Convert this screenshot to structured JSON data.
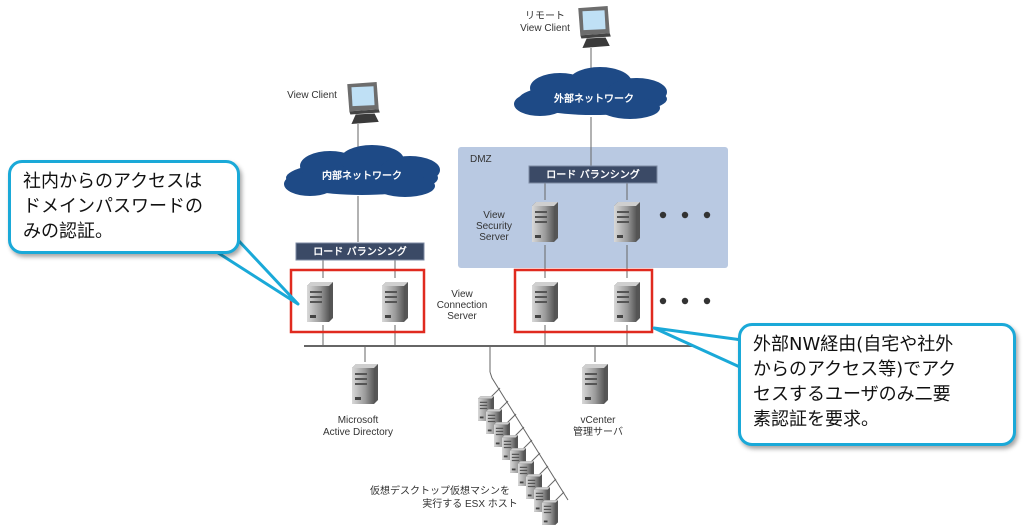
{
  "colors": {
    "cloud": "#1e4a86",
    "load_balancer": "#3b4a66",
    "dmz_zone": "#b9c9e2",
    "highlight": "#e02a1f",
    "callout_border": "#1aa9d8"
  },
  "labels": {
    "remote_client": [
      "リモート",
      "View Client"
    ],
    "view_client": "View Client",
    "external_network": "外部ネットワーク",
    "internal_network": "内部ネットワーク",
    "dmz": "DMZ",
    "load_balancer_dmz": "ロード バランシング",
    "load_balancer_internal": "ロード バランシング",
    "security_server": [
      "View",
      "Security",
      "Server"
    ],
    "connection_server": [
      "View",
      "Connection",
      "Server"
    ],
    "active_directory": [
      "Microsoft",
      "Active Directory"
    ],
    "vcenter": [
      "vCenter",
      "管理サーバ"
    ],
    "esx_hosts": [
      "仮想デスクトップ仮想マシンを",
      "実行する ESX ホスト"
    ]
  },
  "callouts": {
    "left": [
      "社内からのアクセスは",
      "ドメインパスワードの",
      "みの認証。"
    ],
    "right": [
      "外部NW経由(自宅や社外",
      "からのアクセス等)でアク",
      "セスするユーザのみ二要",
      "素認証を要求。"
    ]
  },
  "icons": [
    "monitor-icon",
    "server-icon",
    "cloud-icon",
    "ellipsis-icon"
  ]
}
